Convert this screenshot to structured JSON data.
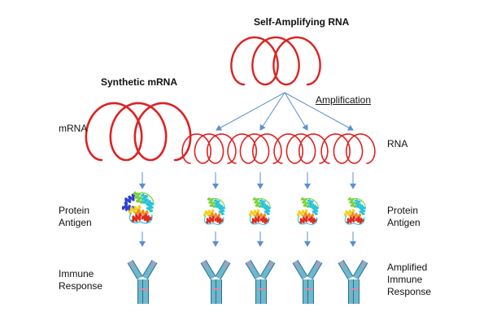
{
  "titles": {
    "self_amplifying": "Self-Amplifying RNA",
    "synthetic": "Synthetic mRNA"
  },
  "labels": {
    "amplification": "Amplification",
    "mrna": "mRNA",
    "rna": "RNA",
    "protein_left": [
      "Protein",
      "Antigen"
    ],
    "protein_right": [
      "Protein",
      "Antigen"
    ],
    "immune_left": [
      "Immune",
      "Response"
    ],
    "immune_right": [
      "Amplified",
      "Immune",
      "Response"
    ]
  },
  "colors": {
    "rna": "#dd2222",
    "arrow": "#5b8fd0",
    "antibody": "#6db8cf",
    "antibody_edge": "#2f6f88",
    "antibody_tip": "#d98aa6",
    "protein_blue": "#2c3fd6",
    "protein_cyan": "#27c4d9",
    "protein_green": "#7bd13b",
    "protein_yellow": "#f0d020",
    "protein_orange": "#f08a20",
    "protein_red": "#e02a20"
  }
}
